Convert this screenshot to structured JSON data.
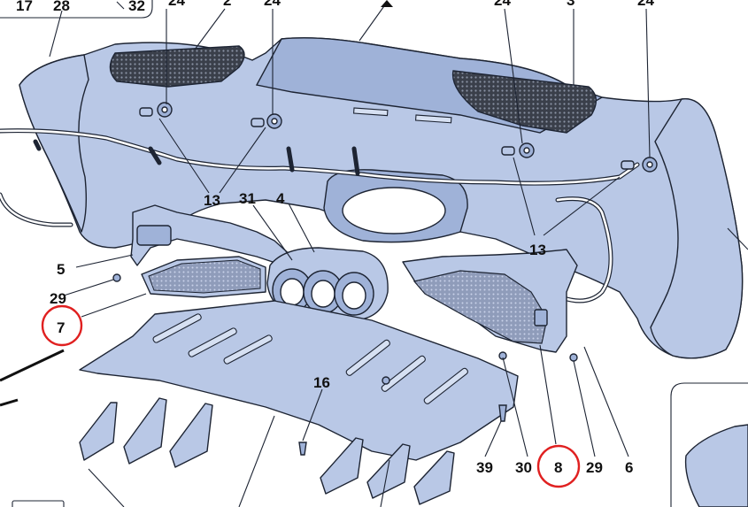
{
  "diagram": {
    "callouts": [
      {
        "id": "17",
        "text": "17",
        "highlighted": false
      },
      {
        "id": "28",
        "text": "28",
        "highlighted": false
      },
      {
        "id": "32",
        "text": "32",
        "highlighted": false
      },
      {
        "id": "24a",
        "text": "24",
        "highlighted": false
      },
      {
        "id": "2",
        "text": "2",
        "highlighted": false
      },
      {
        "id": "24b",
        "text": "24",
        "highlighted": false
      },
      {
        "id": "24c",
        "text": "24",
        "highlighted": false
      },
      {
        "id": "3",
        "text": "3",
        "highlighted": false
      },
      {
        "id": "24d",
        "text": "24",
        "highlighted": false
      },
      {
        "id": "13a",
        "text": "13",
        "highlighted": false
      },
      {
        "id": "31",
        "text": "31",
        "highlighted": false
      },
      {
        "id": "4",
        "text": "4",
        "highlighted": false
      },
      {
        "id": "13b",
        "text": "13",
        "highlighted": false
      },
      {
        "id": "5",
        "text": "5",
        "highlighted": false
      },
      {
        "id": "29a",
        "text": "29",
        "highlighted": false
      },
      {
        "id": "7",
        "text": "7",
        "highlighted": true
      },
      {
        "id": "16",
        "text": "16",
        "highlighted": false
      },
      {
        "id": "39",
        "text": "39",
        "highlighted": false
      },
      {
        "id": "30",
        "text": "30",
        "highlighted": false
      },
      {
        "id": "8",
        "text": "8",
        "highlighted": true
      },
      {
        "id": "29b",
        "text": "29",
        "highlighted": false
      },
      {
        "id": "6",
        "text": "6",
        "highlighted": false
      }
    ],
    "colors": {
      "part_fill": "#b9c8e6",
      "outline": "#1d2433",
      "highlight_circle": "#e02020"
    }
  }
}
